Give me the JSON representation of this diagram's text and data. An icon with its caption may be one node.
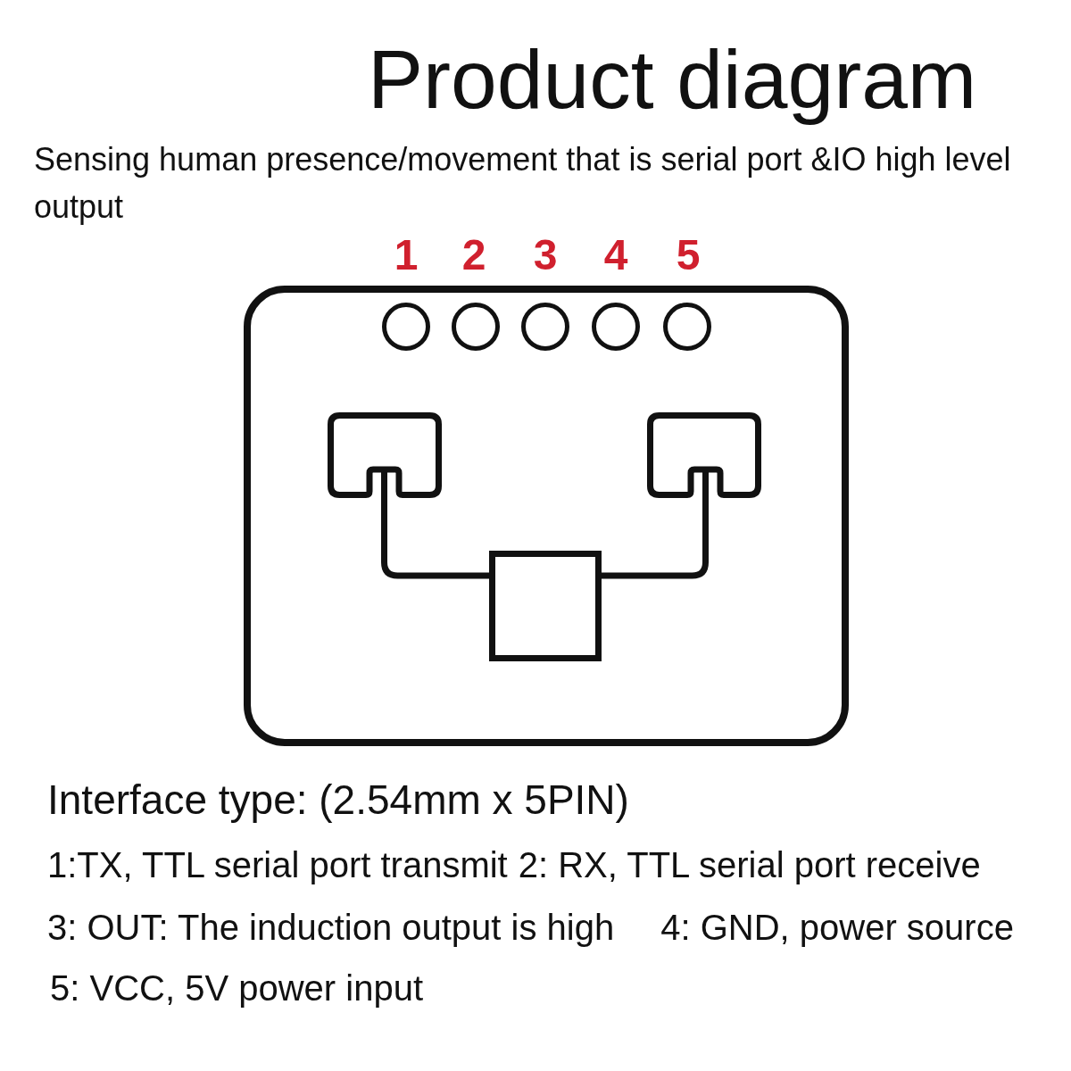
{
  "diagram": {
    "title": "Product diagram",
    "nodes": [
      {
        "text": [],
        "shape": "box"
      },
      {
        "text": [],
        "shape": "box",
        "in": 0
      },
      {
        "text": [],
        "shape": "box",
        "in": 0
      },
      {
        "text": [],
        "shape": "box",
        "in": 0
      }
    ],
    "edges": [
      {
        "from": 1,
        "to": 3,
        "arrow": "none"
      },
      {
        "from": 2,
        "to": 3,
        "arrow": "none"
      }
    ],
    "labels": [
      "Sensing human presence/movement that is serial port &IO high level output",
      "1",
      "2",
      "3",
      "4",
      "5",
      "Interface type: (2.54mm x 5PIN)",
      "1:TX, TTL serial port transmit",
      "2: RX, TTL serial port receive",
      "3: OUT: The induction output is high",
      "4: GND, power source",
      "5: VCC, 5V power input"
    ]
  }
}
